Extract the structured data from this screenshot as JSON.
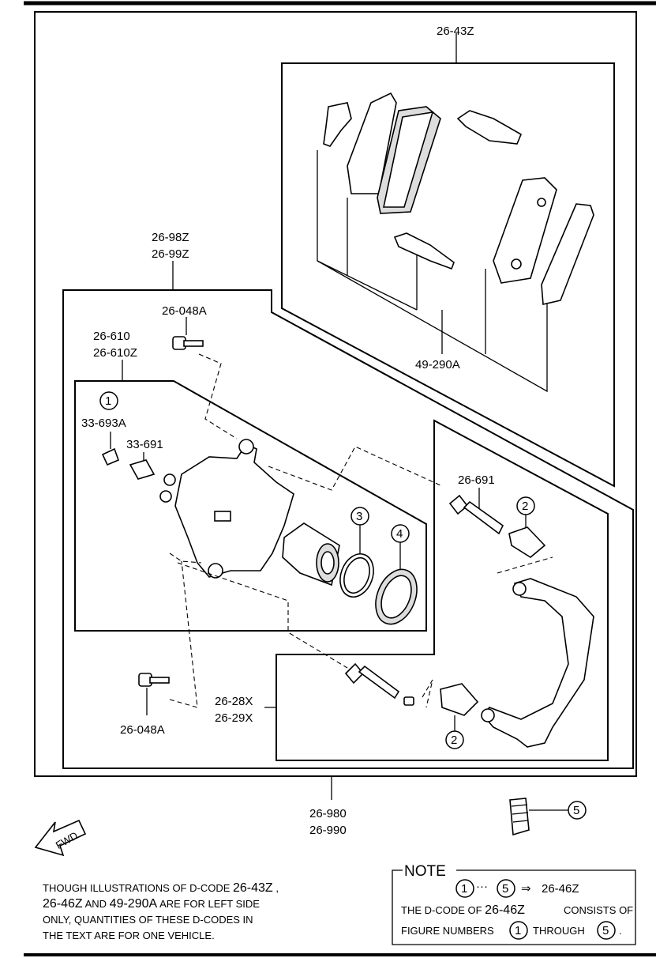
{
  "callouts": {
    "pad_kit": "26-43Z",
    "caliper_assy_1": "26-98Z",
    "caliper_assy_2": "26-99Z",
    "bolt_top": "26-048A",
    "caliper_1": "26-610",
    "caliper_2": "26-610Z",
    "circle_1": "1",
    "cap": "33-693A",
    "bleeder": "33-691",
    "circle_3": "3",
    "circle_4": "4",
    "shim_kit": "49-290A",
    "guide_pin_top": "26-691",
    "circle_2_top": "2",
    "guide_pin_bottom_1": "26-28X",
    "guide_pin_bottom_2": "26-29X",
    "circle_2_bottom": "2",
    "bolt_bottom": "26-048A",
    "bracket_1": "26-980",
    "bracket_2": "26-990",
    "circle_5": "5",
    "fwd": "FWD"
  },
  "footnote": {
    "line1_a": "THOUGH ILLUSTRATIONS OF D-CODE ",
    "line1_b": "26-43Z",
    "line1_c": " ,",
    "line2_a": "26-46Z",
    "line2_b": " AND ",
    "line2_c": "49-290A",
    "line2_d": " ARE FOR LEFT SIDE",
    "line3": "ONLY, QUANTITIES OF THESE D-CODES IN",
    "line4": "THE TEXT ARE FOR ONE VEHICLE."
  },
  "note": {
    "title": "NOTE",
    "range_start": "1",
    "range_dots": "···",
    "range_end": "5",
    "arrow": "⇒",
    "range_code": "26-46Z",
    "line2_a": "THE D-CODE OF ",
    "line2_b": "26-46Z",
    "line2_c": "CONSISTS OF",
    "line3_a": "FIGURE NUMBERS",
    "line3_circle_a": "1",
    "line3_b": "THROUGH",
    "line3_circle_b": "5",
    "line3_c": "."
  }
}
